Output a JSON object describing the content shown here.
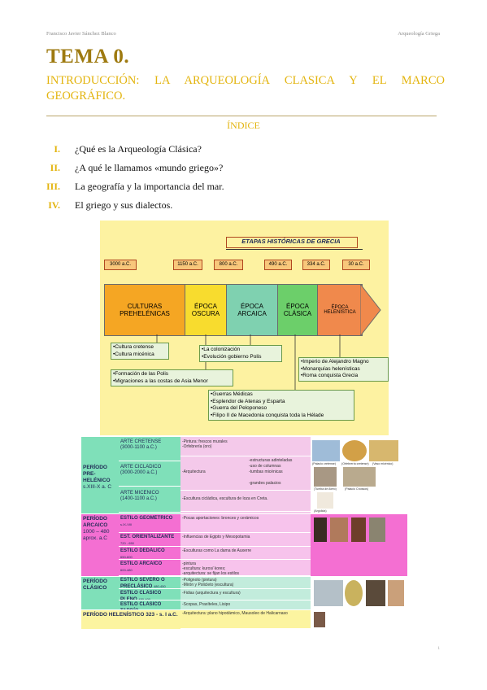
{
  "header": {
    "author": "Francisco Javier Sánchez Blanco",
    "course": "Arqueología Griega"
  },
  "title": "TEMA 0.",
  "subtitle_line1": "INTRODUCCIÓN: LA ARQUEOLOGÍA CLASICA Y EL MARCO",
  "subtitle_line2": "GEOGRÁFICO.",
  "index_heading": "ÍNDICE",
  "toc": [
    {
      "num": "I.",
      "text": "¿Qué es la Arqueología Clásica?"
    },
    {
      "num": "II.",
      "text": " ¿A qué le llamamos «mundo griego»?"
    },
    {
      "num": "III.",
      "text": "La geografía y la importancia del mar."
    },
    {
      "num": "IV.",
      "text": "El griego y sus dialectos."
    }
  ],
  "timeline": {
    "banner": "ETAPAS HISTÓRICAS DE GRECIA",
    "dates": [
      "3000 a.C.",
      "1150 a.C.",
      "800 a.C.",
      "490 a.C.",
      "334 a.C.",
      "30 a.C."
    ],
    "eras": [
      {
        "name": "CULTURAS PREHELÉNICAS",
        "color": "#f5a623"
      },
      {
        "name": "ÉPOCA OSCURA",
        "color": "#f8dc2e"
      },
      {
        "name": "ÉPOCA ARCAICA",
        "color": "#7fd1b0"
      },
      {
        "name": "ÉPOCA CLÁSICA",
        "color": "#6ccf6a"
      },
      {
        "name": "ÉPOCA HELENÍSTICA",
        "color": "#f0894c"
      }
    ],
    "notes": {
      "prehelenic": [
        "•Cultura cretense",
        "•Cultura micénica"
      ],
      "dark": [
        "•Formación de las Polis",
        "•Migraciones a las costas de Asia Menor"
      ],
      "archaic": [
        "•La colonización",
        "•Evolución gobierno Polis"
      ],
      "classical": [
        "•Guerras Médicas",
        "•Esplendor de Atenas y Esparta",
        "•Guerra del Peloponeso",
        "•Filipo II de Macedonia conquista toda la Hélade"
      ],
      "hellenistic": [
        "•Imperio de Alejandro Magno",
        "•Monarquías helenísticas",
        "•Roma conquista Grecia"
      ]
    }
  },
  "art_table": {
    "periods": [
      {
        "name": "PERÍODO PRE-HELÉNICO",
        "dates": "s.XIII-X a. C",
        "color": "#7fe0b9"
      },
      {
        "name": "PERÍODO ARCAICO",
        "dates": "1000 – 480 aprox. a.C",
        "color": "#f46fd2"
      },
      {
        "name": "PERÍODO CLÁSICO",
        "dates": "",
        "color": "#7fe0b9"
      },
      {
        "name": "PERÍODO HELENÍSTICO",
        "dates": "323 - s. I a.C.",
        "color": "#fcf4a0"
      }
    ],
    "styles": [
      {
        "name": "ARTE CRETENSE",
        "dates": "(3000-1100 a.C.)",
        "desc": [
          "-Pintura: frescos murales",
          "-Orfebrería (oro)"
        ]
      },
      {
        "name": "ARTE CICLÁDICO",
        "dates": "(3000-2000 a.C.)",
        "desc": [
          "-Arquitectura",
          "-estructuras adinteladas",
          "-uso de columnas",
          "-tumbas micénicas",
          "-grandes palacios"
        ]
      },
      {
        "name": "ARTE MICÉNICO",
        "dates": "(1400-1100 a.C.)",
        "desc": [
          "-Escultura cicládica, escultura de loza en Creta."
        ]
      },
      {
        "name": "ESTILO GEOMÉTRICO",
        "dates": "s.IX-VIII",
        "desc": [
          "-Pocas aportaciones: bronces y cerámicos"
        ]
      },
      {
        "name": "EST. ORIENTALIZANTE",
        "dates": "720 - 650",
        "desc": [
          "-Influencias de Egipto y Mesopotamia"
        ]
      },
      {
        "name": "ESTILO DEDÁLICO",
        "dates": "650-600",
        "desc": [
          "-Esculturas como La dama de Auxerre"
        ]
      },
      {
        "name": "ESTILO ARCAICO",
        "dates": "600-480",
        "desc": [
          "-pintura",
          "-escultura: kuros/ kores;",
          "-arquitectura: se fijan los estilos"
        ]
      },
      {
        "name": "ESTILO SEVERO O PRECLÁSICO",
        "dates": "480-450",
        "desc": [
          "-Polignoto (pintura)",
          "-Mirón y Policleto (escultura)"
        ]
      },
      {
        "name": "ESTILO CLÁSICO PLENO",
        "dates": "450-400",
        "desc": [
          "-Fidias (arquitectura y escultura)"
        ]
      },
      {
        "name": "ESTILO CLÁSICO TARDÍO",
        "dates": "400-323",
        "desc": [
          "-Scopas, Praxíteles, Lisipo"
        ]
      },
      {
        "name": "",
        "dates": "",
        "desc": [
          "-Arquitectura: plano hipodámico, Mausoleo de Halicarnaso"
        ]
      }
    ],
    "captions": [
      "(Palacio cretense)",
      "(Orfebrería cretense)",
      "(Vaso micénico)",
      "(Tumba de Atreo)",
      "(Palacio Cnossos)",
      "(Argólida)"
    ]
  },
  "page_number": "1"
}
